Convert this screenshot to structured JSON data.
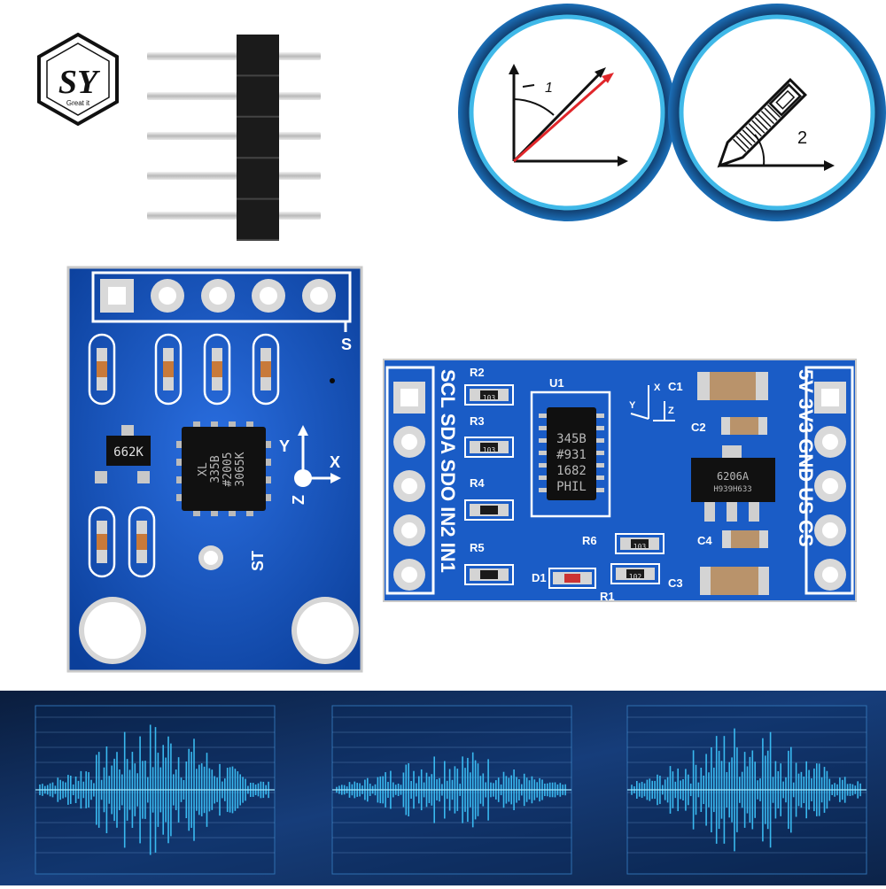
{
  "brand": {
    "letters": "SY",
    "tagline": "Great it"
  },
  "icons": {
    "angle_label": "1",
    "tilt_label": "2"
  },
  "board_left": {
    "pin_s": "S",
    "chip_lines": [
      "XL",
      "335B",
      "#2005",
      "3065K"
    ],
    "regulator": "662K",
    "axis_y": "Y",
    "axis_x": "X",
    "axis_z": "Z",
    "st_label": "ST"
  },
  "board_right": {
    "left_pins": "SCL SDA SDO IN2 IN1",
    "right_pins": "5V 3V3 GND US CS",
    "u1": "U1",
    "chip_lines": [
      "345B",
      "#931",
      "1682",
      "PHIL"
    ],
    "reg_lines": [
      "6206A",
      "H939H633"
    ],
    "resistors": {
      "r2": "R2",
      "r3": "R3",
      "r4": "R4",
      "r5": "R5",
      "r6": "R6",
      "r1": "R1"
    },
    "caps": {
      "c1": "C1",
      "c2": "C2",
      "c3": "C3",
      "c4": "C4"
    },
    "d1": "D1",
    "smd_codes": {
      "r2": "103",
      "r3": "103",
      "r6": "103",
      "r1": "102"
    },
    "axis_x": "X",
    "axis_y": "Y",
    "axis_z": "Z"
  },
  "colors": {
    "pcb": "#1457c8",
    "pcb_dark": "#0b3f9a",
    "silk": "#ffffff",
    "wave": "#3ec8ff",
    "ring": "#3fb8e8"
  }
}
